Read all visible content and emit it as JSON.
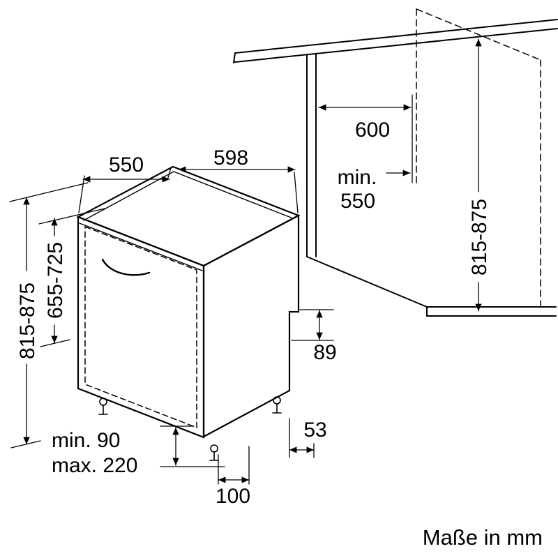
{
  "caption": "Maße in mm",
  "line_color": "#000000",
  "background_color": "#ffffff",
  "dimensions": {
    "top_depth": "550",
    "front_width": "598",
    "niche_width": "600",
    "niche_depth_label": "min.",
    "niche_depth_value": "550",
    "appliance_height_range": "815-875",
    "door_height_range": "655-725",
    "niche_height_range": "815-875",
    "rear_base_height": "89",
    "rear_foot_setback": "53",
    "toe_kick_depth": "100",
    "plinth_min": "min. 90",
    "plinth_max": "max. 220"
  }
}
